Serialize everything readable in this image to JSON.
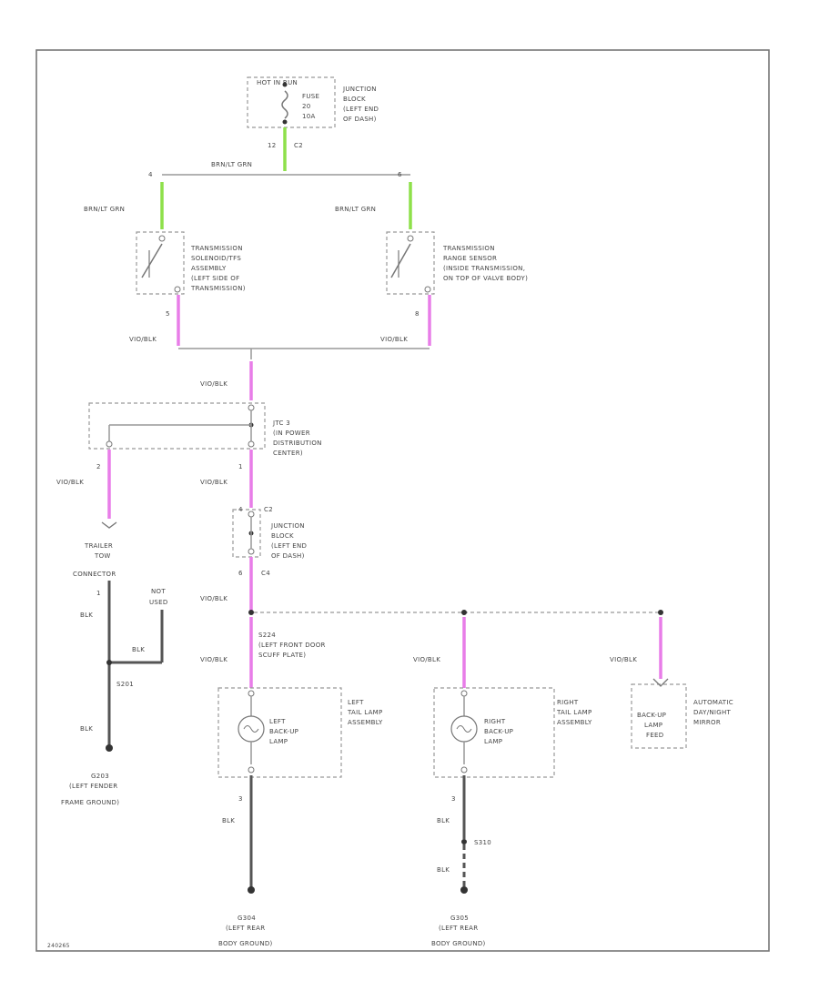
{
  "labels": {
    "hot_in_run": "HOT IN RUN",
    "fuse_lines": [
      "FUSE",
      "20",
      "10A"
    ],
    "junction_block_top": [
      "JUNCTION",
      "BLOCK",
      "(LEFT END",
      "OF DASH)"
    ],
    "pin_12": "12",
    "c2_top": "C2",
    "brn_lt_grn_main": "BRN/LT GRN",
    "pin_4_left": "4",
    "pin_6_right": "6",
    "brn_lt_grn_left": "BRN/LT GRN",
    "brn_lt_grn_right": "BRN/LT GRN",
    "trans_solenoid": [
      "TRANSMISSION",
      "SOLENOID/TFS",
      "ASSEMBLY",
      "(LEFT SIDE OF",
      "TRANSMISSION)"
    ],
    "trans_range_sensor": [
      "TRANSMISSION",
      "RANGE SENSOR",
      "(INSIDE TRANSMISSION,",
      "ON TOP OF VALVE BODY)"
    ],
    "pin_5": "5",
    "pin_8": "8",
    "vio_blk_left_switch": "VIO/BLK",
    "vio_blk_right_switch": "VIO/BLK",
    "vio_blk_down": "VIO/BLK",
    "pdc_label": [
      "JTC 3",
      "(IN POWER",
      "DISTRIBUTION",
      "CENTER)"
    ],
    "pin_2_pdc": "2",
    "pin_1_pdc": "1",
    "vio_blk_trailer": "VIO/BLK",
    "vio_blk_mid": "VIO/BLK",
    "pin_4_c2": "4",
    "c2_mid": "C2",
    "junction_block_mid": [
      "JUNCTION",
      "BLOCK",
      "(LEFT END",
      "OF DASH)"
    ],
    "pin_6_c4": "6",
    "c4": "C4",
    "trailer_tow": [
      "TRAILER",
      "TOW",
      "CONNECTOR"
    ],
    "pin_1_trailer": "1",
    "blk_trailer": "BLK",
    "not_used": [
      "NOT",
      "USED"
    ],
    "blk_not_used": "BLK",
    "vio_blk_splice": "VIO/BLK",
    "s224": [
      "S224",
      "(LEFT FRONT DOOR",
      "SCUFF PLATE)"
    ],
    "vio_blk_left_lamp": "VIO/BLK",
    "vio_blk_right_lamp": "VIO/BLK",
    "vio_blk_mirror": "VIO/BLK",
    "s201": "S201",
    "blk_ground_left": "BLK",
    "g203": [
      "G203",
      "(LEFT FENDER",
      "FRAME GROUND)"
    ],
    "left_backup_lamp": [
      "LEFT",
      "BACK-UP",
      "LAMP"
    ],
    "left_tail_assembly": [
      "LEFT",
      "TAIL LAMP",
      "ASSEMBLY"
    ],
    "right_backup_lamp": [
      "RIGHT",
      "BACK-UP",
      "LAMP"
    ],
    "right_tail_assembly": [
      "RIGHT",
      "TAIL LAMP",
      "ASSEMBLY"
    ],
    "backup_lamp_feed": [
      "BACK-UP",
      "LAMP",
      "FEED"
    ],
    "auto_day_night": [
      "AUTOMATIC",
      "DAY/NIGHT",
      "MIRROR"
    ],
    "pin_3_left": "3",
    "blk_left_lamp": "BLK",
    "pin_3_right": "3",
    "blk_right_lamp": "BLK",
    "s310": "S310",
    "blk_right_ground": "BLK",
    "g304_left": [
      "G304",
      "(LEFT REAR",
      "BODY GROUND)"
    ],
    "g305_right": [
      "G305",
      "(LEFT REAR",
      "BODY GROUND)"
    ],
    "footer_code": "240265"
  },
  "colors": {
    "wire_green": "#8ee04a",
    "wire_violet": "#e87de8",
    "wire_black": "#555555"
  }
}
